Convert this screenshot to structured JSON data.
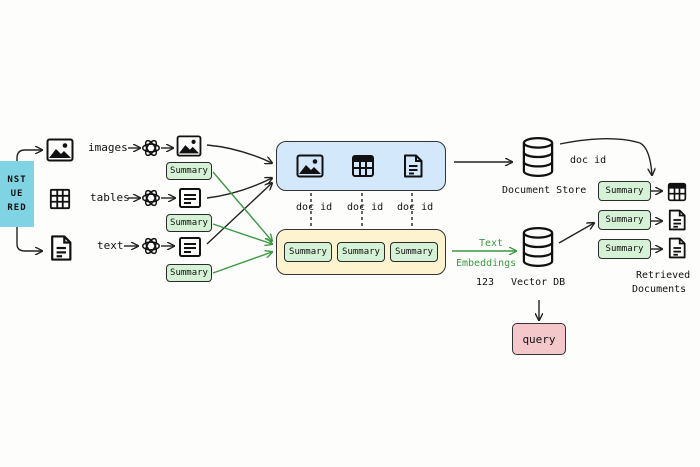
{
  "source": {
    "lines": [
      "NST",
      "UE",
      "RED"
    ]
  },
  "labels": {
    "images": "images",
    "tables": "tables",
    "text": "text",
    "doc_id": "doc id",
    "document_store": "Document Store",
    "text_embeddings_line1": "Text",
    "text_embeddings_line2": "Embeddings",
    "embedding_value": "123",
    "vector_db": "Vector DB",
    "query": "query",
    "retrieved_line1": "Retrieved",
    "retrieved_line2": "Documents"
  },
  "summary_label": "Summary",
  "icons": {
    "image": "image-icon",
    "table": "table-icon",
    "document": "document-icon",
    "llm": "openai-logo-icon",
    "text_lines": "text-lines-icon",
    "database": "database-icon"
  },
  "colors": {
    "source": "#7fd3e3",
    "doc_panel": "#d4e8fb",
    "summary_panel": "#fdf3cf",
    "summary_chip": "#d6f2d6",
    "query": "#f4c8cb",
    "green_arrow": "#3b9a43"
  }
}
